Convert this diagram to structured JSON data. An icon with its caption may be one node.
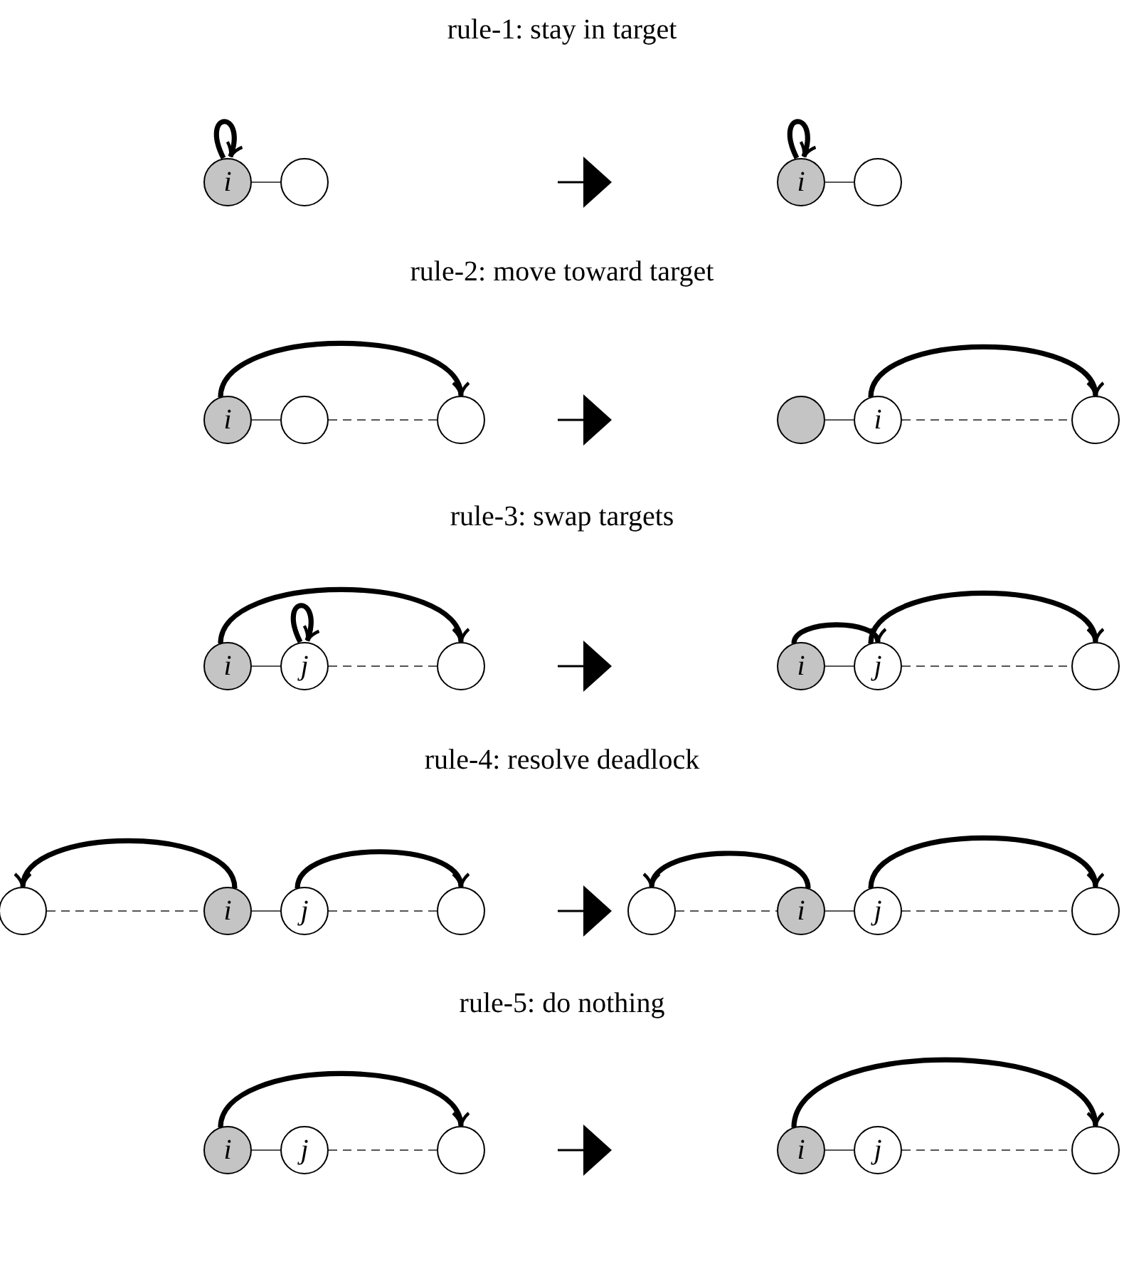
{
  "diagram": {
    "nodes": [
      {
        "text": [
          "i"
        ]
      },
      {
        "text": [],
        "shape": "circle"
      },
      {
        "text": [
          "i"
        ]
      },
      {
        "text": [],
        "shape": "circle"
      },
      {
        "text": [
          "i"
        ]
      },
      {
        "text": [],
        "shape": "circle"
      },
      {
        "text": [],
        "shape": "circle"
      },
      {
        "text": [],
        "shape": "circle"
      },
      {
        "text": [
          "i"
        ]
      },
      {
        "text": [],
        "shape": "circle"
      },
      {
        "text": [
          "i"
        ]
      },
      {
        "text": [
          "j"
        ]
      },
      {
        "text": [],
        "shape": "circle"
      },
      {
        "text": [
          "i"
        ]
      },
      {
        "text": [
          "j"
        ]
      },
      {
        "text": [],
        "shape": "circle"
      },
      {
        "text": [],
        "shape": "circle"
      },
      {
        "text": [
          "i"
        ]
      },
      {
        "text": [
          "j"
        ]
      },
      {
        "text": [],
        "shape": "circle"
      },
      {
        "text": [],
        "shape": "circle"
      },
      {
        "text": [
          "i"
        ]
      },
      {
        "text": [
          "j"
        ]
      },
      {
        "text": [],
        "shape": "circle"
      },
      {
        "text": [
          "i"
        ]
      },
      {
        "text": [
          "j"
        ]
      },
      {
        "text": [],
        "shape": "circle"
      },
      {
        "text": [
          "i"
        ]
      },
      {
        "text": [
          "j"
        ]
      },
      {
        "text": [],
        "shape": "circle"
      }
    ],
    "edges": [
      {
        "from": 0,
        "to": 1,
        "arrow": "none"
      },
      {
        "from": 0,
        "to": 0,
        "arrow": "to",
        "style": "thick"
      },
      {
        "from": 2,
        "to": 3,
        "arrow": "none"
      },
      {
        "from": 2,
        "to": 2,
        "arrow": "to",
        "style": "thick"
      },
      {
        "from": 4,
        "to": 5,
        "arrow": "none"
      },
      {
        "from": 5,
        "to": 6,
        "arrow": "none",
        "style": "dashed"
      },
      {
        "from": 4,
        "to": 6,
        "arrow": "to",
        "style": "thick"
      },
      {
        "from": 7,
        "to": 8,
        "arrow": "none"
      },
      {
        "from": 8,
        "to": 9,
        "arrow": "none",
        "style": "dashed"
      },
      {
        "from": 8,
        "to": 9,
        "arrow": "to",
        "style": "thick"
      },
      {
        "from": 10,
        "to": 11,
        "arrow": "none"
      },
      {
        "from": 11,
        "to": 12,
        "arrow": "none",
        "style": "dashed"
      },
      {
        "from": 10,
        "to": 12,
        "arrow": "to",
        "style": "thick"
      },
      {
        "from": 11,
        "to": 11,
        "arrow": "to",
        "style": "thick"
      },
      {
        "from": 13,
        "to": 14,
        "arrow": "none"
      },
      {
        "from": 14,
        "to": 15,
        "arrow": "none",
        "style": "dashed"
      },
      {
        "from": 13,
        "to": 14,
        "arrow": "to",
        "style": "thick"
      },
      {
        "from": 14,
        "to": 15,
        "arrow": "to",
        "style": "thick"
      },
      {
        "from": 16,
        "to": 17,
        "arrow": "none",
        "style": "dashed"
      },
      {
        "from": 17,
        "to": 18,
        "arrow": "none"
      },
      {
        "from": 18,
        "to": 19,
        "arrow": "none",
        "style": "dashed"
      },
      {
        "from": 17,
        "to": 16,
        "arrow": "to",
        "style": "thick"
      },
      {
        "from": 18,
        "to": 19,
        "arrow": "to",
        "style": "thick"
      },
      {
        "from": 20,
        "to": 21,
        "arrow": "none",
        "style": "dashed"
      },
      {
        "from": 21,
        "to": 22,
        "arrow": "none"
      },
      {
        "from": 22,
        "to": 23,
        "arrow": "none",
        "style": "dashed"
      },
      {
        "from": 21,
        "to": 20,
        "arrow": "to",
        "style": "thick"
      },
      {
        "from": 22,
        "to": 23,
        "arrow": "to",
        "style": "thick"
      },
      {
        "from": 24,
        "to": 25,
        "arrow": "none"
      },
      {
        "from": 25,
        "to": 26,
        "arrow": "none",
        "style": "dashed"
      },
      {
        "from": 24,
        "to": 26,
        "arrow": "to",
        "style": "thick"
      },
      {
        "from": 27,
        "to": 28,
        "arrow": "none"
      },
      {
        "from": 28,
        "to": 29,
        "arrow": "none",
        "style": "dashed"
      },
      {
        "from": 27,
        "to": 29,
        "arrow": "to",
        "style": "thick"
      }
    ],
    "labels": [
      "rule-1: stay in target",
      "rule-2: move toward target",
      "rule-3: swap targets",
      "rule-4: resolve deadlock",
      "rule-5: do nothing"
    ]
  }
}
